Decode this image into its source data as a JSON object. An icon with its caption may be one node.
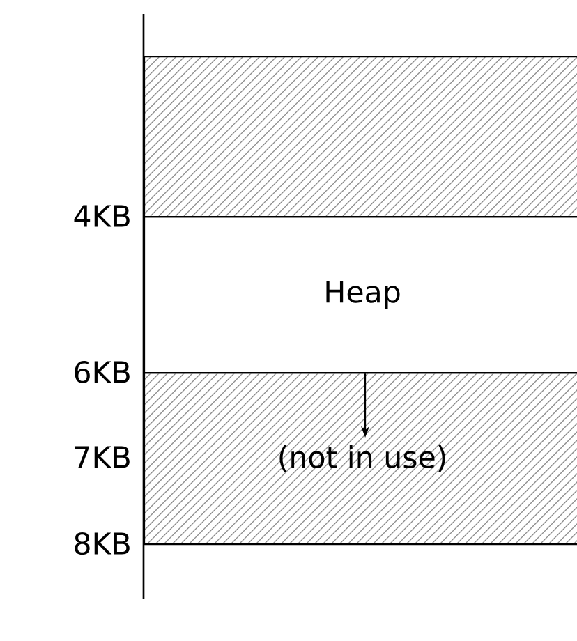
{
  "diagram": {
    "nodes": [
      {
        "text": [],
        "shape": "box"
      },
      {
        "text": [
          "Heap"
        ]
      },
      {
        "text": [
          "(not in use)"
        ]
      }
    ],
    "edges": [
      {
        "from": 1,
        "to": 2,
        "arrow": "to"
      }
    ],
    "labels": [
      "4KB",
      "6KB",
      "7KB",
      "8KB"
    ]
  }
}
